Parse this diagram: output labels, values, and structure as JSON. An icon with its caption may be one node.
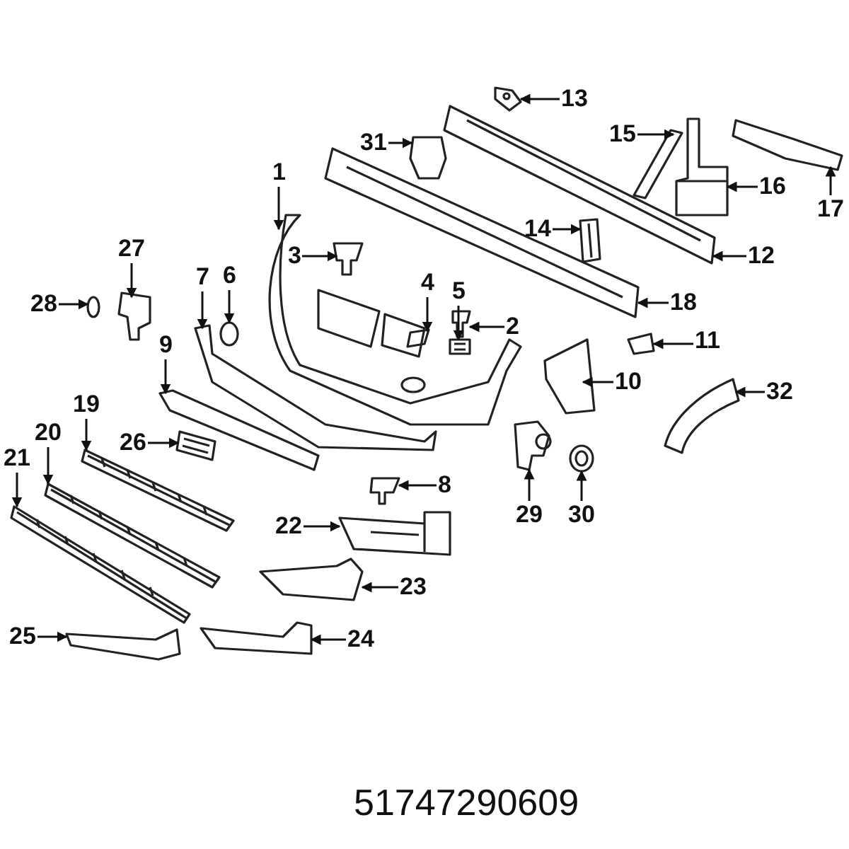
{
  "diagram": {
    "nodes": [
      {
        "text": [
          "1"
        ]
      },
      {
        "text": [
          "2"
        ]
      },
      {
        "text": [
          "3"
        ]
      },
      {
        "text": [
          "4"
        ]
      },
      {
        "text": [
          "5"
        ]
      },
      {
        "text": [
          "6"
        ]
      },
      {
        "text": [
          "7"
        ]
      },
      {
        "text": [
          "8"
        ]
      },
      {
        "text": [
          "9"
        ]
      },
      {
        "text": [
          "10"
        ]
      },
      {
        "text": [
          "11"
        ]
      },
      {
        "text": [
          "12"
        ]
      },
      {
        "text": [
          "13"
        ]
      },
      {
        "text": [
          "14"
        ]
      },
      {
        "text": [
          "15"
        ]
      },
      {
        "text": [
          "16"
        ]
      },
      {
        "text": [
          "17"
        ]
      },
      {
        "text": [
          "18"
        ]
      },
      {
        "text": [
          "19"
        ]
      },
      {
        "text": [
          "20"
        ]
      },
      {
        "text": [
          "21"
        ]
      },
      {
        "text": [
          "22"
        ]
      },
      {
        "text": [
          "23"
        ]
      },
      {
        "text": [
          "24"
        ]
      },
      {
        "text": [
          "25"
        ]
      },
      {
        "text": [
          "26"
        ]
      },
      {
        "text": [
          "27"
        ]
      },
      {
        "text": [
          "28"
        ]
      },
      {
        "text": [
          "29"
        ]
      },
      {
        "text": [
          "30"
        ]
      },
      {
        "text": [
          "31"
        ]
      },
      {
        "text": [
          "32"
        ]
      },
      {
        "text": [],
        "shape": "picture"
      },
      {
        "text": [],
        "shape": "picture"
      },
      {
        "text": [],
        "shape": "picture"
      },
      {
        "text": [],
        "shape": "picture"
      },
      {
        "text": [],
        "shape": "picture"
      },
      {
        "text": [],
        "shape": "picture"
      },
      {
        "text": [],
        "shape": "picture"
      },
      {
        "text": [],
        "shape": "picture"
      },
      {
        "text": [],
        "shape": "picture"
      },
      {
        "text": [],
        "shape": "picture"
      },
      {
        "text": [],
        "shape": "picture"
      },
      {
        "text": [],
        "shape": "picture"
      },
      {
        "text": [],
        "shape": "picture"
      },
      {
        "text": [],
        "shape": "picture"
      },
      {
        "text": [],
        "shape": "picture"
      },
      {
        "text": [],
        "shape": "picture"
      },
      {
        "text": [],
        "shape": "picture"
      },
      {
        "text": [],
        "shape": "picture"
      },
      {
        "text": [],
        "shape": "picture"
      },
      {
        "text": [],
        "shape": "picture"
      },
      {
        "text": [],
        "shape": "picture"
      },
      {
        "text": [],
        "shape": "picture"
      },
      {
        "text": [],
        "shape": "picture"
      },
      {
        "text": [],
        "shape": "picture"
      },
      {
        "text": [],
        "shape": "picture"
      },
      {
        "text": [],
        "shape": "picture"
      },
      {
        "text": [],
        "shape": "picture"
      },
      {
        "text": [],
        "shape": "picture"
      },
      {
        "text": [],
        "shape": "picture"
      },
      {
        "text": [],
        "shape": "picture"
      },
      {
        "text": [],
        "shape": "picture"
      },
      {
        "text": [],
        "shape": "picture"
      }
    ],
    "edges": [
      {
        "from": 0,
        "to": 32,
        "arrow": "to"
      },
      {
        "from": 1,
        "to": 33,
        "arrow": "to"
      },
      {
        "from": 2,
        "to": 34,
        "arrow": "to"
      },
      {
        "from": 3,
        "to": 35,
        "arrow": "to"
      },
      {
        "from": 4,
        "to": 36,
        "arrow": "to"
      },
      {
        "from": 5,
        "to": 37,
        "arrow": "to"
      },
      {
        "from": 6,
        "to": 38,
        "arrow": "to"
      },
      {
        "from": 7,
        "to": 39,
        "arrow": "to"
      },
      {
        "from": 8,
        "to": 40,
        "arrow": "to"
      },
      {
        "from": 9,
        "to": 41,
        "arrow": "to"
      },
      {
        "from": 10,
        "to": 42,
        "arrow": "to"
      },
      {
        "from": 11,
        "to": 43,
        "arrow": "to"
      },
      {
        "from": 12,
        "to": 44,
        "arrow": "to"
      },
      {
        "from": 13,
        "to": 45,
        "arrow": "to"
      },
      {
        "from": 14,
        "to": 46,
        "arrow": "to"
      },
      {
        "from": 15,
        "to": 47,
        "arrow": "to"
      },
      {
        "from": 16,
        "to": 48,
        "arrow": "to"
      },
      {
        "from": 17,
        "to": 49,
        "arrow": "to"
      },
      {
        "from": 18,
        "to": 50,
        "arrow": "to"
      },
      {
        "from": 19,
        "to": 51,
        "arrow": "to"
      },
      {
        "from": 20,
        "to": 52,
        "arrow": "to"
      },
      {
        "from": 21,
        "to": 53,
        "arrow": "to"
      },
      {
        "from": 22,
        "to": 54,
        "arrow": "to"
      },
      {
        "from": 23,
        "to": 55,
        "arrow": "to"
      },
      {
        "from": 24,
        "to": 56,
        "arrow": "to"
      },
      {
        "from": 25,
        "to": 57,
        "arrow": "to"
      },
      {
        "from": 26,
        "to": 58,
        "arrow": "to"
      },
      {
        "from": 27,
        "to": 59,
        "arrow": "to"
      },
      {
        "from": 28,
        "to": 60,
        "arrow": "to"
      },
      {
        "from": 29,
        "to": 61,
        "arrow": "to"
      },
      {
        "from": 30,
        "to": 62,
        "arrow": "to"
      },
      {
        "from": 31,
        "to": 63,
        "arrow": "to"
      }
    ],
    "labels": [
      "51747290609"
    ]
  }
}
